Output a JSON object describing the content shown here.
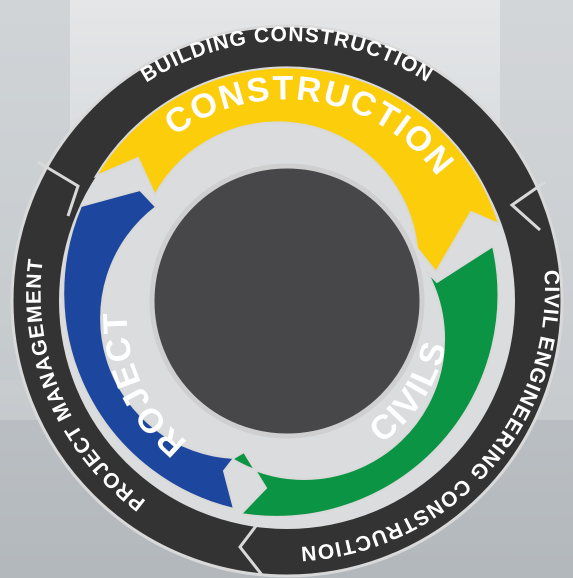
{
  "outer_ring": {
    "top_label": "BUILDING CONSTRUCTION",
    "right_label": "CIVIL ENGINEERING CONSTRUCTION",
    "left_label": "PROJECT MANAGEMENT",
    "color": "#333333"
  },
  "segments": [
    {
      "label": "CONSTRUCTION",
      "color": "#fbcd0b"
    },
    {
      "label": "CIVILS",
      "color": "#0b9444"
    },
    {
      "label": "PROJECTS",
      "color": "#1d479e"
    }
  ],
  "center": {
    "color": "#474749"
  },
  "background": {
    "color": "#cfd3d6"
  }
}
